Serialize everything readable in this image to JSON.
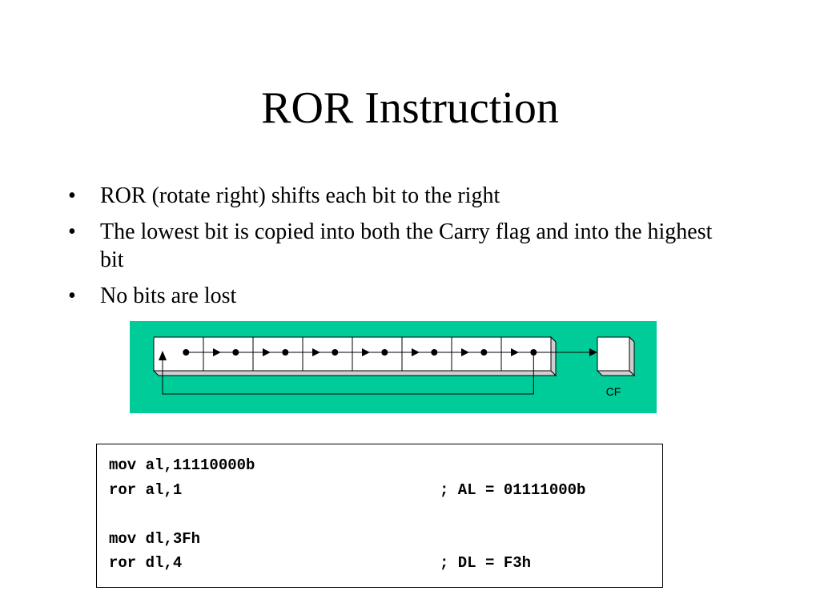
{
  "slide": {
    "title": "ROR Instruction",
    "bullet_symbol": "•",
    "bullets": [
      "ROR (rotate right) shifts each bit to the right",
      "The lowest bit is copied into both the Carry flag and into the highest bit",
      "No bits are lost"
    ]
  },
  "diagram": {
    "background_color": "#00CC99",
    "register_bits": 8,
    "carry_label": "CF"
  },
  "code": {
    "lines": [
      {
        "instruction": "mov al,11110000b",
        "comment": ""
      },
      {
        "instruction": "ror al,1",
        "comment": "; AL = 01111000b"
      },
      {
        "instruction": "",
        "comment": ""
      },
      {
        "instruction": "mov dl,3Fh",
        "comment": ""
      },
      {
        "instruction": "ror dl,4",
        "comment": "; DL = F3h"
      }
    ]
  }
}
